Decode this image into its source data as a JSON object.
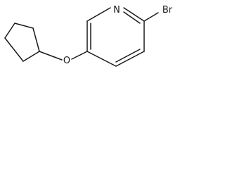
{
  "molecule": {
    "atoms": {
      "nitrogen": "N",
      "bromine": "Br",
      "oxygen": "O"
    },
    "bond_color": "#1a1a1a",
    "background_color": "#ffffff"
  }
}
